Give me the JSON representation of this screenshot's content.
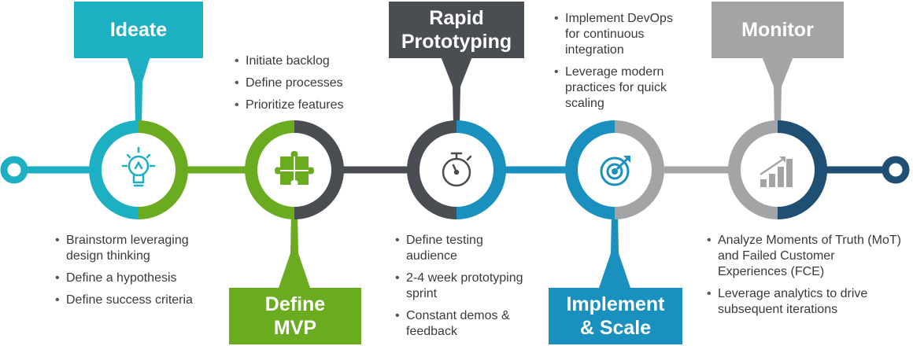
{
  "colors": {
    "teal": "#1cb0c2",
    "green": "#6aab1f",
    "dark": "#4a4d51",
    "blue": "#1990be",
    "gray": "#a2a4a6",
    "navy": "#1f4f72"
  },
  "stages": [
    {
      "label_lines": [
        "Ideate"
      ],
      "icon": "lightbulb-icon",
      "bullets": [
        "Brainstorm leveraging design thinking",
        "Define a hypothesis",
        "Define success criteria"
      ]
    },
    {
      "label_lines": [
        "Define",
        "MVP"
      ],
      "icon": "puzzle-icon",
      "bullets": [
        "Initiate backlog",
        "Define processes",
        "Prioritize features"
      ]
    },
    {
      "label_lines": [
        "Rapid",
        "Prototyping"
      ],
      "icon": "stopwatch-icon",
      "bullets": [
        "Define testing audience",
        "2-4 week prototyping sprint",
        "Constant demos & feedback"
      ]
    },
    {
      "label_lines": [
        "Implement",
        "& Scale"
      ],
      "icon": "target-icon",
      "bullets": [
        "Implement DevOps for continuous integration",
        "Leverage modern practices for quick scaling"
      ]
    },
    {
      "label_lines": [
        "Monitor"
      ],
      "icon": "growth-chart-icon",
      "bullets": [
        "Analyze Moments of Truth (MoT) and Failed Customer Experiences (FCE)",
        "Leverage analytics to drive subsequent iterations"
      ]
    }
  ]
}
